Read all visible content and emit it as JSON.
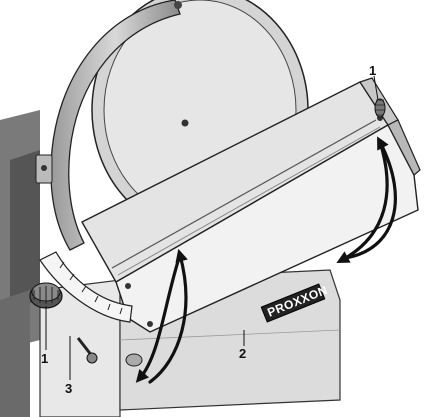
{
  "illustration": {
    "brand_label": "PROXXON",
    "callouts": {
      "top_right": "1",
      "bottom_left": "1",
      "center_bottom": "2",
      "bottom_left_lower": "3"
    }
  }
}
